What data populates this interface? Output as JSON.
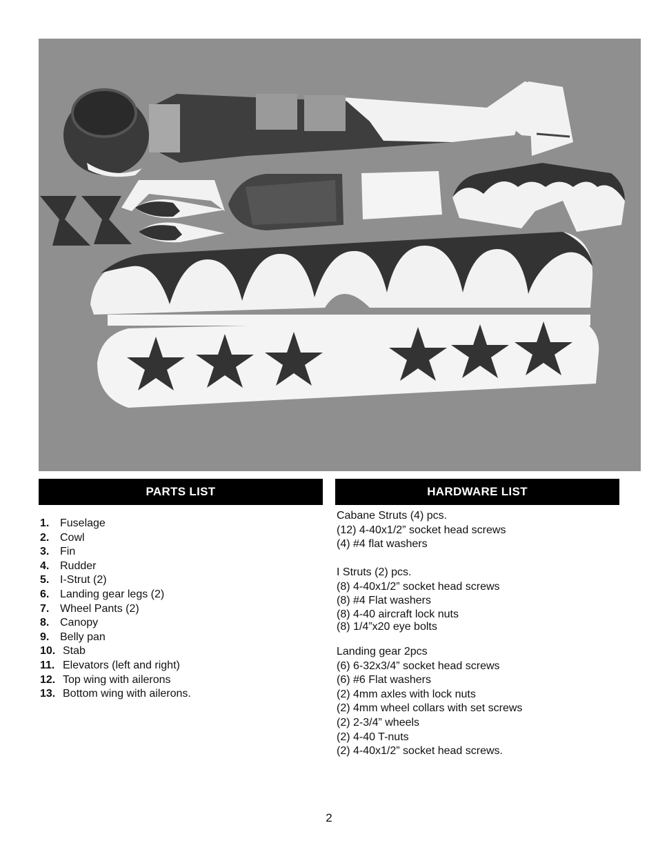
{
  "photo": {
    "icon": "aircraft-parts-photo",
    "background_color": "#8f8f8f"
  },
  "parts_list": {
    "title": "PARTS LIST",
    "items": [
      {
        "num": "1.",
        "label": "Fuselage"
      },
      {
        "num": "2.",
        "label": "Cowl"
      },
      {
        "num": "3.",
        "label": "Fin"
      },
      {
        "num": "4.",
        "label": "Rudder"
      },
      {
        "num": "5.",
        "label": "I-Strut (2)"
      },
      {
        "num": "6.",
        "label": "Landing gear legs (2)"
      },
      {
        "num": "7.",
        "label": "Wheel Pants (2)"
      },
      {
        "num": "8.",
        "label": "Canopy"
      },
      {
        "num": "9.",
        "label": "Belly pan"
      },
      {
        "num": "10.",
        "label": "Stab"
      },
      {
        "num": "11.",
        "label": "Elevators (left and right)"
      },
      {
        "num": "12.",
        "label": "Top wing with ailerons"
      },
      {
        "num": "13.",
        "label": "Bottom wing with ailerons."
      }
    ]
  },
  "hardware_list": {
    "title": "HARDWARE LIST",
    "cabane": [
      "Cabane Struts (4) pcs.",
      "(12) 4-40x1/2” socket head screws",
      "(4) #4 flat washers"
    ],
    "i_struts": [
      "I Struts (2) pcs.",
      "(8) 4-40x1/2” socket head screws",
      "(8) #4 Flat washers",
      "(8) 4-40 aircraft lock nuts",
      "(8) 1/4”x20 eye bolts"
    ],
    "landing_gear": [
      "Landing gear 2pcs",
      "(6) 6-32x3/4” socket head screws",
      "(6) #6 Flat washers",
      "(2) 4mm axles with lock nuts",
      "(2) 4mm wheel collars with set screws",
      "(2) 2-3/4” wheels",
      "(2) 4-40 T-nuts",
      "(2) 4-40x1/2” socket head screws."
    ]
  },
  "page_number": "2"
}
